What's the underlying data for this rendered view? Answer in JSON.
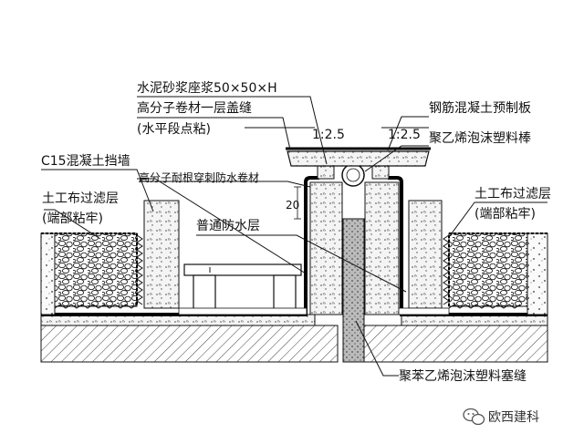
{
  "labels": {
    "mortar_bed": "水泥砂浆座浆50×50×H",
    "polymer_cover_line1": "高分子卷材一层盖缝",
    "polymer_cover_line2": "(水平段点粘)",
    "precast_slab": "钢筋混凝土预制板",
    "pe_foam_rod": "聚乙烯泡沫塑料棒",
    "c15_wall": "C15混凝土挡墙",
    "root_resist": "高分子耐根穿刺防水卷材",
    "geo_left_1": "土工布过滤层",
    "geo_left_2": "(端部粘牢)",
    "geo_right_1": "土工布过滤层",
    "geo_right_2": "(端部粘牢)",
    "ordinary_wp": "普通防水层",
    "ps_foam_fill": "聚苯乙烯泡沫塑料塞缝",
    "ratio_left": "1:2.5",
    "ratio_right": "1:2.5",
    "dim_20": "20"
  },
  "watermark": {
    "icon": "wechat-icon",
    "text": "欧西建科"
  },
  "colors": {
    "ink": "#111111",
    "hatch": "#555555",
    "paper": "#ffffff"
  }
}
